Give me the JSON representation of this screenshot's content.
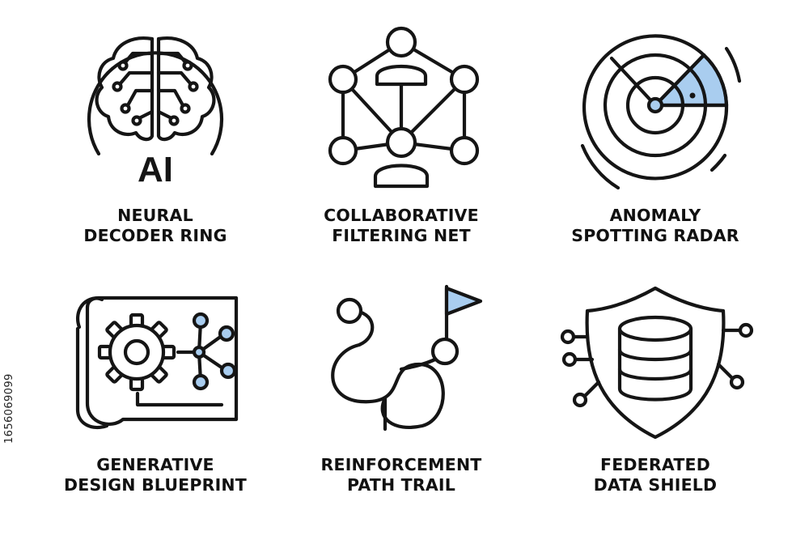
{
  "colors": {
    "stroke": "#151515",
    "accent": "#a9cdef",
    "background": "#ffffff"
  },
  "side_id": "1656069099",
  "icons": [
    {
      "icon": "brain-circuit-icon",
      "badge": "AI",
      "lines": [
        "NEURAL",
        "DECODER RING"
      ]
    },
    {
      "icon": "people-network-icon",
      "lines": [
        "COLLABORATIVE",
        "FILTERING NET"
      ]
    },
    {
      "icon": "radar-icon",
      "lines": [
        "ANOMALY",
        "SPOTTING RADAR"
      ]
    },
    {
      "icon": "gear-blueprint-icon",
      "lines": [
        "GENERATIVE",
        "DESIGN BLUEPRINT"
      ]
    },
    {
      "icon": "winding-path-flag-icon",
      "lines": [
        "REINFORCEMENT",
        "PATH TRAIL"
      ]
    },
    {
      "icon": "database-shield-icon",
      "lines": [
        "FEDERATED",
        "DATA SHIELD"
      ]
    }
  ]
}
